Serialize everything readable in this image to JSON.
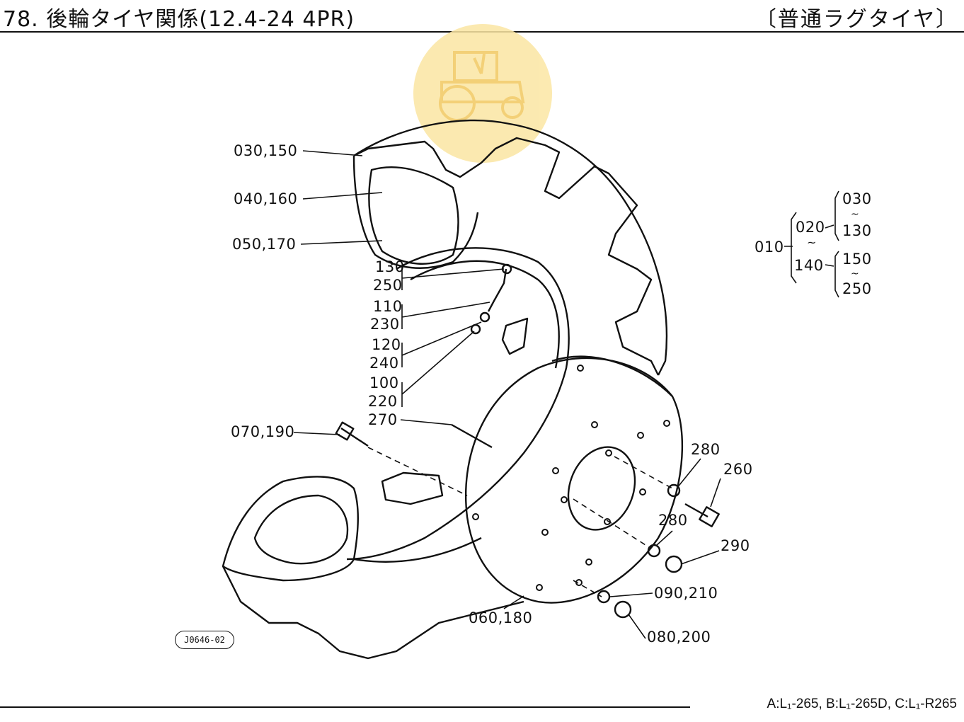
{
  "header": {
    "title": "78. 後輪タイヤ関係(12.4-24 4PR)",
    "category": "〔普通ラグタイヤ〕"
  },
  "labels": {
    "l030_150": "030,150",
    "l040_160": "040,160",
    "l050_170": "050,170",
    "l130": "130",
    "l250": "250",
    "l110": "110",
    "l230": "230",
    "l120": "120",
    "l240": "240",
    "l100": "100",
    "l220": "220",
    "l270": "270",
    "l070_190": "070,190",
    "l280a": "280",
    "l260": "260",
    "l280b": "280",
    "l290": "290",
    "l090_210": "090,210",
    "l060_180": "060,180",
    "l080_200": "080,200"
  },
  "tree": {
    "root": "010",
    "n020": "020",
    "n140": "140",
    "n030": "030",
    "n130": "130",
    "n150": "150",
    "n250": "250",
    "tilde": "~"
  },
  "reference_code": "J0646-02",
  "footer": {
    "models": "A:L₁-265,  B:L₁-265D,  C:L₁-R265"
  }
}
